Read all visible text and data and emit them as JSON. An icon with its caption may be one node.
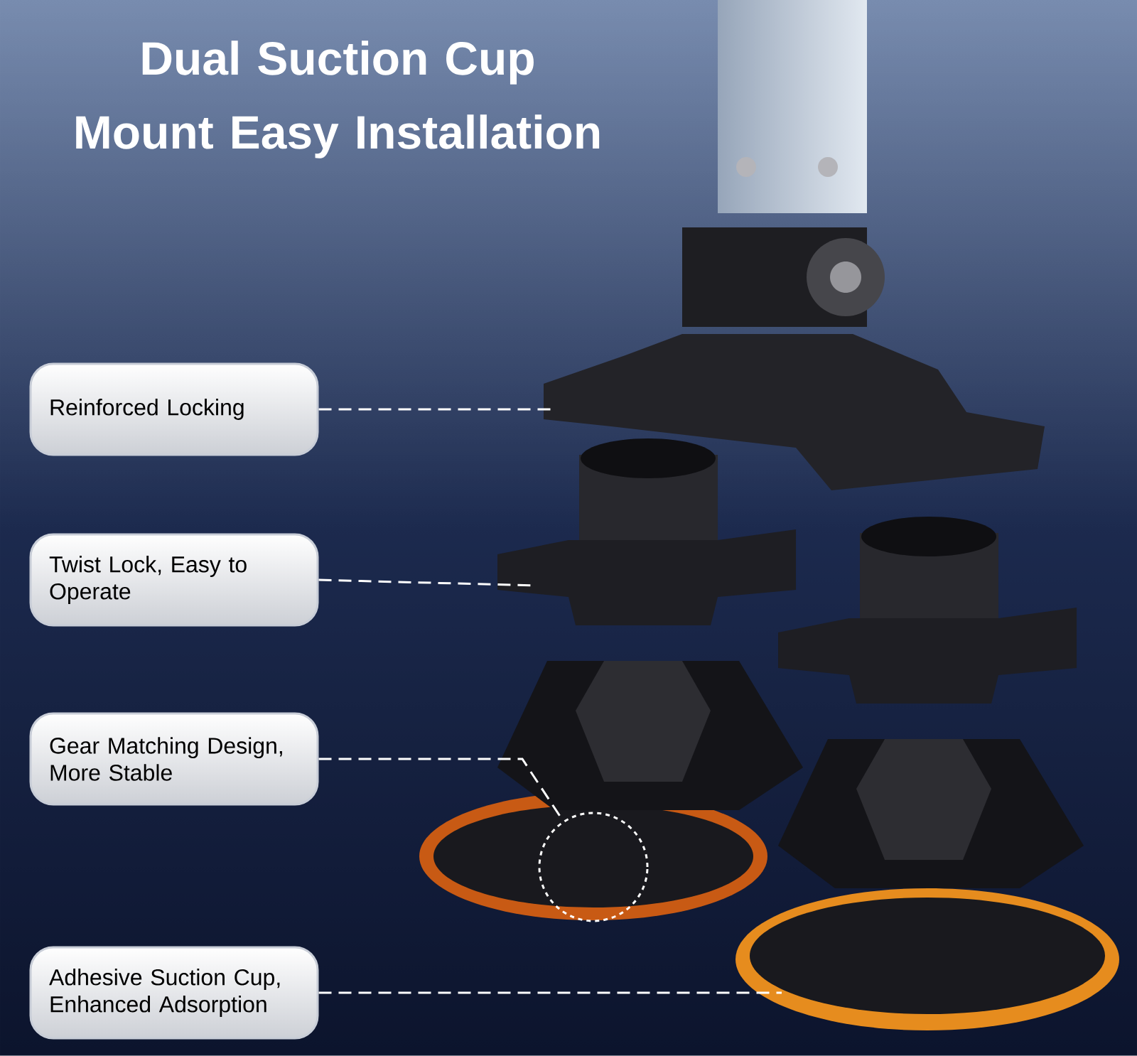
{
  "diagram": {
    "title": "Dual Suction Cup Mount Easy Installation",
    "nodes": [
      {
        "text": [
          "Reinforced Locking"
        ]
      },
      {
        "text": [
          "Twist Lock, Easy to Operate"
        ]
      },
      {
        "text": [
          "Gear Matching Design, More Stable"
        ]
      },
      {
        "text": [],
        "shape": "circle"
      },
      {
        "text": [
          "Adhesive Suction Cup, Enhanced Adsorption"
        ]
      }
    ],
    "edges": [
      {
        "from": 0,
        "to": null,
        "arrow": "none"
      },
      {
        "from": 1,
        "to": null,
        "arrow": "none"
      },
      {
        "from": 2,
        "to": 3,
        "arrow": "none"
      },
      {
        "from": 4,
        "to": null,
        "arrow": "none"
      }
    ]
  }
}
